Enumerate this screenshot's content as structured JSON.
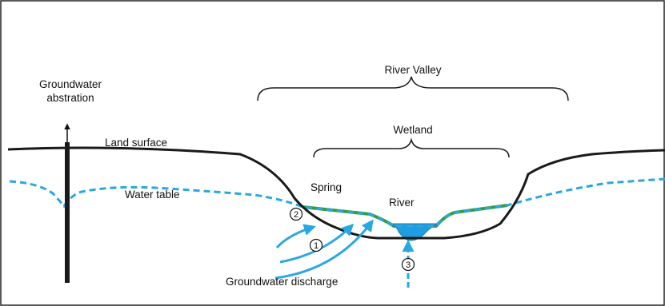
{
  "labels": {
    "abstraction_line1": "Groundwater",
    "abstraction_line2": "abstration",
    "river_valley": "River Valley",
    "wetland": "Wetland",
    "land_surface": "Land surface",
    "water_table": "Water table",
    "spring": "Spring",
    "river": "River",
    "groundwater_discharge": "Groundwater discharge"
  },
  "markers": {
    "one": "1",
    "two": "2",
    "three": "3"
  },
  "colors": {
    "land_surface": "#1a1a1a",
    "water_table": "#27a8e0",
    "discharge_arrows": "#27a8e0",
    "wetland_fill": "#3a9a3a",
    "river_fill": "#1e9ee0",
    "frame": "#222222"
  }
}
